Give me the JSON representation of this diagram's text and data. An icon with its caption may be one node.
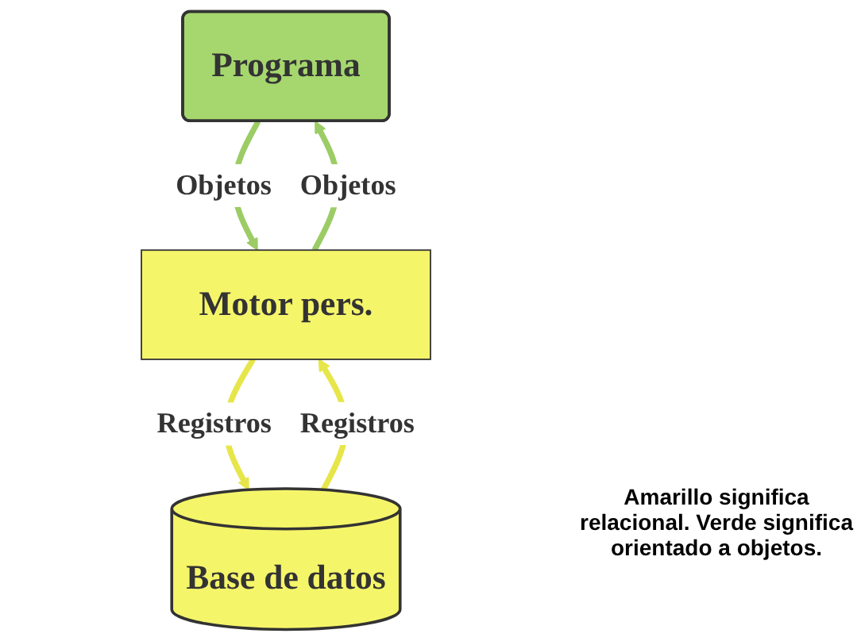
{
  "diagram": {
    "nodes": [
      {
        "text": [
          "Programa"
        ]
      },
      {
        "text": [
          "Motor pers."
        ]
      },
      {
        "text": [
          "Base de datos"
        ]
      }
    ],
    "edges": [
      {
        "from": 0,
        "to": 1,
        "arrow": "to",
        "label": "Objetos",
        "color": "#9ccc65"
      },
      {
        "from": 1,
        "to": 0,
        "arrow": "to",
        "label": "Objetos",
        "color": "#9ccc65"
      },
      {
        "from": 1,
        "to": 2,
        "arrow": "to",
        "label": "Registros",
        "color": "#e6e64a"
      },
      {
        "from": 2,
        "to": 1,
        "arrow": "to",
        "label": "Registros",
        "color": "#e6e64a"
      }
    ],
    "labels": [
      "Amarillo significa relacional. Verde significa orientado a objetos."
    ]
  }
}
